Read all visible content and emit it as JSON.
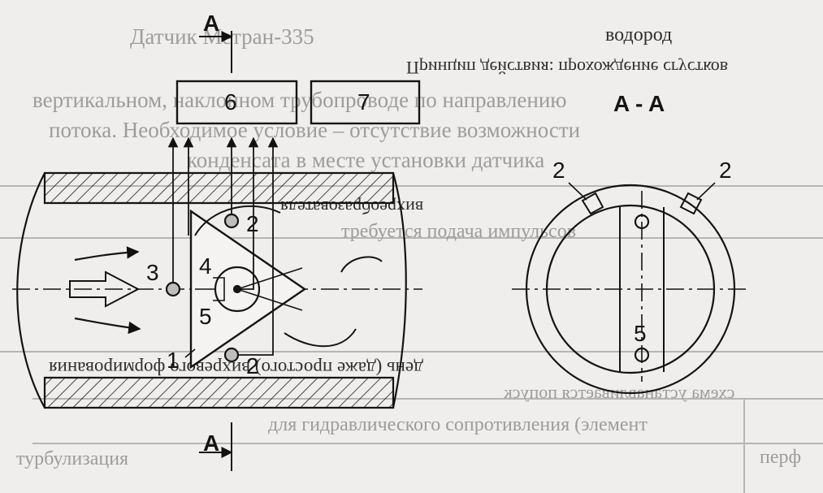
{
  "diagram": {
    "section_label": "A - A",
    "section_marker": "A",
    "box_labels": [
      "6",
      "7"
    ],
    "part_labels": {
      "p1": "1",
      "p2": "2",
      "p3": "3",
      "p4": "4",
      "p5": "5"
    }
  },
  "background_bleed": {
    "line1": "Датчик Метран-335",
    "line2": "водород",
    "line3": "Принцип действия: прохождение сгустков",
    "line4": "вертикальном, наклонном трубопроводе по направлению",
    "line5": "потока. Необходимое условие – отсутствие возможности",
    "line6": "конденсата в месте установки датчика",
    "line7": "вихреобразователя",
    "line8": "требуется подача импульсов",
    "line9": "день (даже простого) вихревого формирования",
    "line10": "схема устанавливается попуск",
    "line11": "для гидравлического сопротивления (элемент",
    "line12": "турбулизация",
    "line13": "перф"
  }
}
